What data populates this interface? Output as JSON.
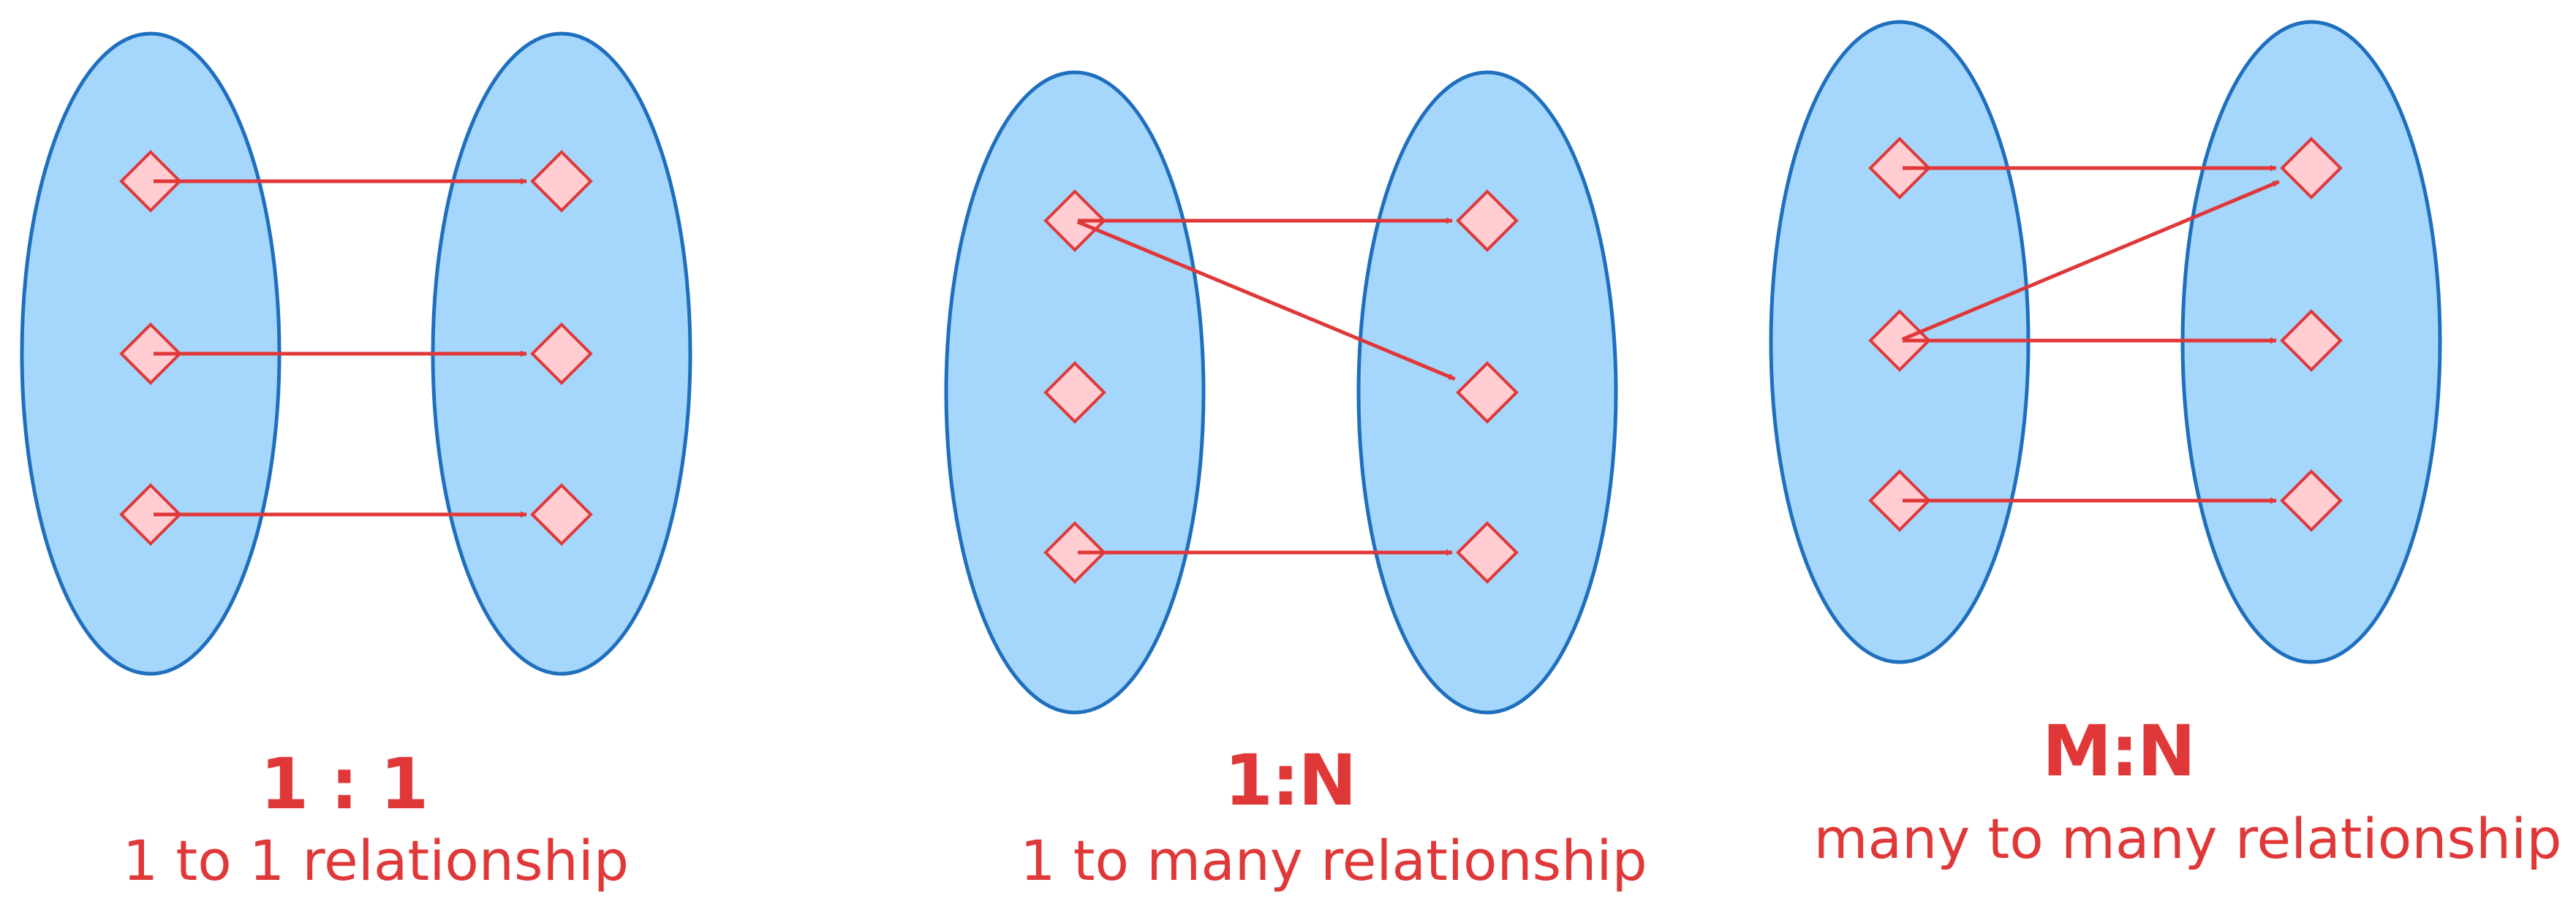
{
  "colors": {
    "set_fill": "#a5d6fb",
    "set_stroke": "#1f6fbf",
    "element_fill": "#ffcdd2",
    "element_stroke": "#e03838",
    "arrow": "#e03838",
    "text": "#e03838"
  },
  "panels": [
    {
      "ratio": "1 : 1",
      "caption": "1 to 1 relationship",
      "left_set": {
        "element_count": 3
      },
      "right_set": {
        "element_count": 3
      },
      "mappings": [
        [
          0,
          0
        ],
        [
          1,
          1
        ],
        [
          2,
          2
        ]
      ]
    },
    {
      "ratio": "1:N",
      "caption": "1 to many relationship",
      "left_set": {
        "element_count": 3
      },
      "right_set": {
        "element_count": 3
      },
      "mappings": [
        [
          0,
          0
        ],
        [
          0,
          1
        ],
        [
          2,
          2
        ]
      ]
    },
    {
      "ratio": "M:N",
      "caption": "many to many relationship",
      "left_set": {
        "element_count": 3
      },
      "right_set": {
        "element_count": 3
      },
      "mappings": [
        [
          0,
          0
        ],
        [
          1,
          0
        ],
        [
          1,
          1
        ],
        [
          2,
          2
        ]
      ]
    }
  ]
}
